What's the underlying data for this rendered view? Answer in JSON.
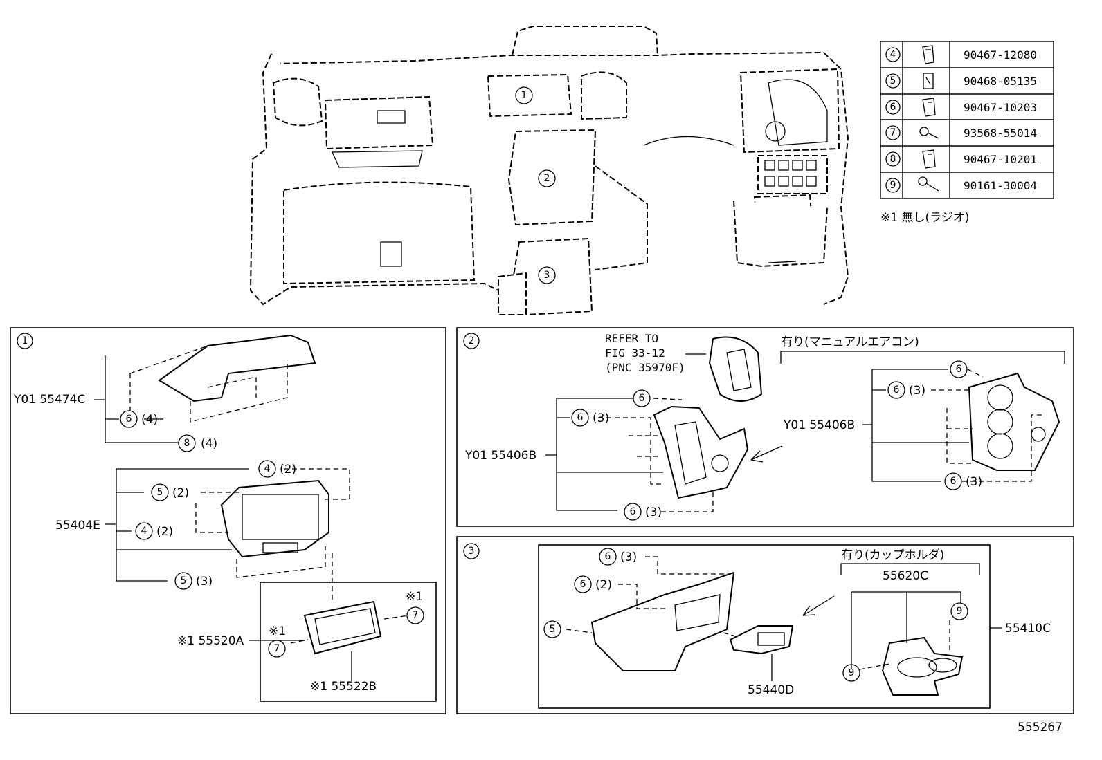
{
  "fastener_table": [
    {
      "ref": "4",
      "part_no": "90467-12080",
      "icon": "clip-icon"
    },
    {
      "ref": "5",
      "part_no": "90468-05135",
      "icon": "clip-icon"
    },
    {
      "ref": "6",
      "part_no": "90467-10203",
      "icon": "clip-icon"
    },
    {
      "ref": "7",
      "part_no": "93568-55014",
      "icon": "screw-icon"
    },
    {
      "ref": "8",
      "part_no": "90467-10201",
      "icon": "clip-icon"
    },
    {
      "ref": "9",
      "part_no": "90161-30004",
      "icon": "screw-icon"
    }
  ],
  "note": "※1 無し(ラジオ)",
  "overview": {
    "callouts": [
      "1",
      "2",
      "3"
    ]
  },
  "panel1": {
    "number": "1",
    "parts": {
      "p55474c": "Y01 55474C",
      "p55404e": "55404E",
      "p55520a": "※1 55520A",
      "p55522b": "※1 55522B"
    },
    "marks": {
      "m1": "※1",
      "m2": "※1"
    },
    "callouts": {
      "c6_4": "6",
      "c6_4q": "(4)",
      "c8_4": "8",
      "c8_4q": "(4)",
      "c4_2a": "4",
      "c4_2aq": "(2)",
      "c5_2": "5",
      "c5_2q": "(2)",
      "c4_2b": "4",
      "c4_2bq": "(2)",
      "c5_3": "5",
      "c5_3q": "(3)",
      "c7a": "7",
      "c7b": "7"
    }
  },
  "panel2": {
    "number": "2",
    "refer": [
      "REFER TO",
      "FIG 33-12",
      "(PNC 35970F)"
    ],
    "variant": "有り(マニュアルエアコン)",
    "parts": {
      "left": "Y01 55406B",
      "right": "Y01 55406B"
    },
    "callouts": {
      "l6a": "6",
      "l6b": "6",
      "l6bq": "(3)",
      "l6c": "6",
      "l6cq": "(3)",
      "r6a": "6",
      "r6b": "6",
      "r6bq": "(3)",
      "r6c": "6",
      "r6cq": "(3)"
    }
  },
  "panel3": {
    "number": "3",
    "variant": "有り(カップホルダ)",
    "parts": {
      "p55620c": "55620C",
      "p55410c": "55410C",
      "p55440d": "55440D"
    },
    "callouts": {
      "c6_3": "6",
      "c6_3q": "(3)",
      "c6_2": "6",
      "c6_2q": "(2)",
      "c5": "5",
      "c9a": "9",
      "c9b": "9"
    }
  },
  "figure_id": "555267"
}
